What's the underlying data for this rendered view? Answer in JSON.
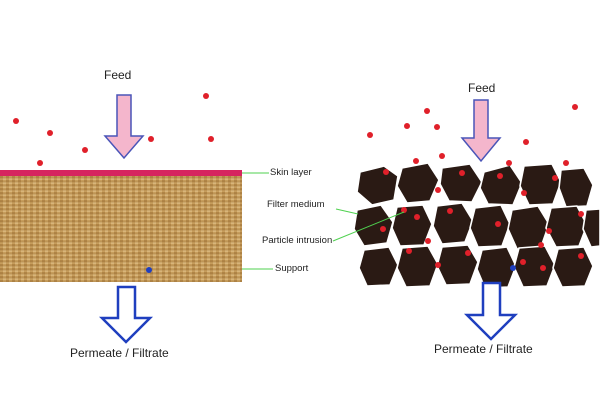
{
  "left_panel": {
    "feed_label": "Feed",
    "skin_layer_label": "Skin layer",
    "filter_medium_label": "Filter medium",
    "particle_intrusion_label": "Particle intrusion",
    "support_label": "Support",
    "permeate_label": "Permeate / Filtrate"
  },
  "right_panel": {
    "feed_label": "Feed",
    "permeate_label": "Permeate / Filtrate"
  },
  "colors": {
    "particle": "#e0202a",
    "intruded_particle": "#1f3fbf",
    "skin_layer": "#d6255f",
    "feed_arrow_fill": "#f4b6cc",
    "feed_arrow_stroke": "#4a55b8",
    "permeate_arrow_stroke": "#1f3fbf",
    "pointer": "#4fd14f",
    "grain": "#2a1a14",
    "support_fabric": "#c69d5c"
  }
}
